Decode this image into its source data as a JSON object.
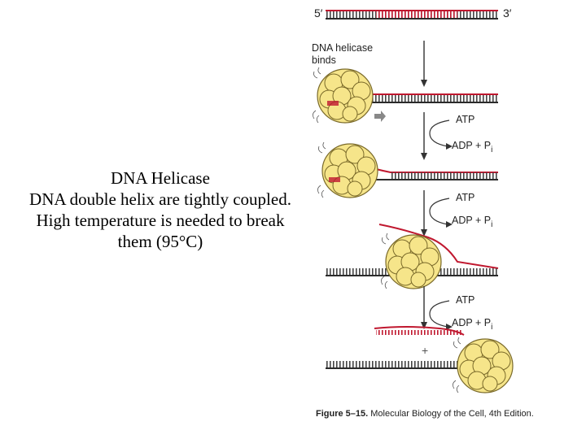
{
  "text_block": {
    "line1": "DNA Helicase",
    "line2": "DNA double helix are tightly coupled.",
    "line3": "High temperature is needed to break",
    "line4": "them (95°C)"
  },
  "figure": {
    "end_5": "5′",
    "end_3": "3′",
    "step_label_line1": "DNA helicase",
    "step_label_line2": "binds",
    "atp_1": "ATP",
    "adp_1": "ADP + P",
    "pi_1": "i",
    "atp_2": "ATP",
    "adp_2": "ADP + P",
    "pi_2": "i",
    "atp_3": "ATP",
    "adp_3": "ADP + P",
    "pi_3": "i",
    "caption_bold": "Figure 5–15.",
    "caption_text": " Molecular Biology of the Cell, 4th Edition."
  },
  "colors": {
    "strand_red": "#c0182f",
    "strand_dark": "#2b2b2b",
    "helicase_yellow": "#f6e58a",
    "helicase_outline": "#7a6a2a",
    "arrow_gray": "#333333"
  }
}
